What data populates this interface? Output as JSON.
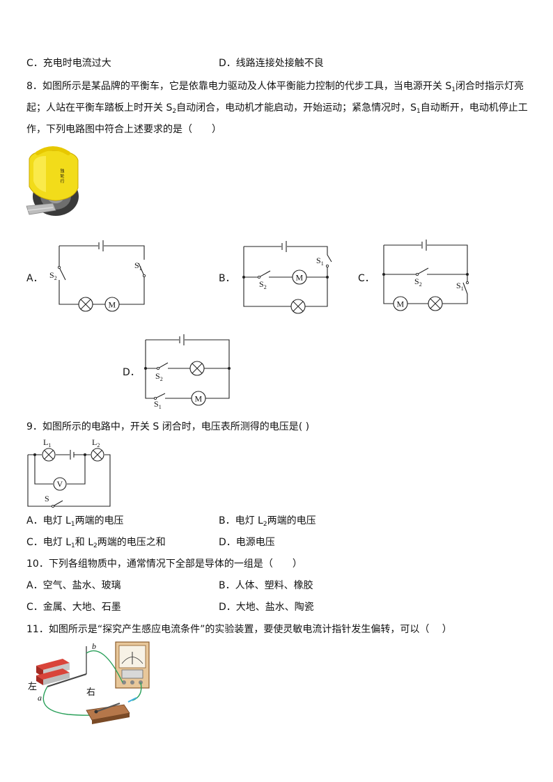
{
  "q7": {
    "option_c": "C．充电时电流过大",
    "option_d": "D．线路连接处接触不良"
  },
  "q8": {
    "line1": "8．如图所示是某品牌的平衡车，它是依靠电力驱动及人体平衡能力控制的代步工具，当电源开关 S",
    "line1_sub": "1",
    "line1_tail": "闭合时指示灯亮",
    "line2_a": "起；人站在平衡车踏板上时开关 S",
    "line2_sub1": "2",
    "line2_b": "自动闭合，电动机才能启动，开始运动；紧急情况时，S",
    "line2_sub2": "1",
    "line2_c": "自动断开，电动机停止工",
    "line3": "作，下列电路图中符合上述要求的是（　　）",
    "image_text": "独 轮 行",
    "opt_a": "A．",
    "opt_b": "B．",
    "opt_c": "C．",
    "opt_d": "D．",
    "s1": "S",
    "s2": "S",
    "sub1": "1",
    "sub2": "2",
    "motor": "M"
  },
  "q9": {
    "stem": "9．如图所示的电路中，开关 S 闭合时，电压表所测得的电压是(  )",
    "l": "L",
    "l1_sub": "1",
    "l2_sub": "2",
    "v": "V",
    "s": "S",
    "a_pre": "A．电灯 L",
    "a_sub": "1",
    "a_post": "两端的电压",
    "b_pre": "B．电灯 L",
    "b_sub": "2",
    "b_post": "两端的电压",
    "c_pre": "C．电灯 L",
    "c_sub1": "1",
    "c_mid": "和 L",
    "c_sub2": "2",
    "c_post": "两端的电压之和",
    "d": "D．电源电压"
  },
  "q10": {
    "stem": "10．下列各组物质中，通常情况下全部是导体的一组是（　　）",
    "a": "A．空气、盐水、玻璃",
    "b": "B．人体、塑料、橡胶",
    "c": "C．金属、大地、石墨",
    "d": "D．大地、盐水、陶瓷"
  },
  "q11": {
    "stem": "11．如图所示是“探究产生感应电流条件”的实验装置，要使灵敏电流计指针发生偏转，可以（　 ）",
    "left": "左",
    "right": "右",
    "a": "a",
    "b": "b"
  }
}
